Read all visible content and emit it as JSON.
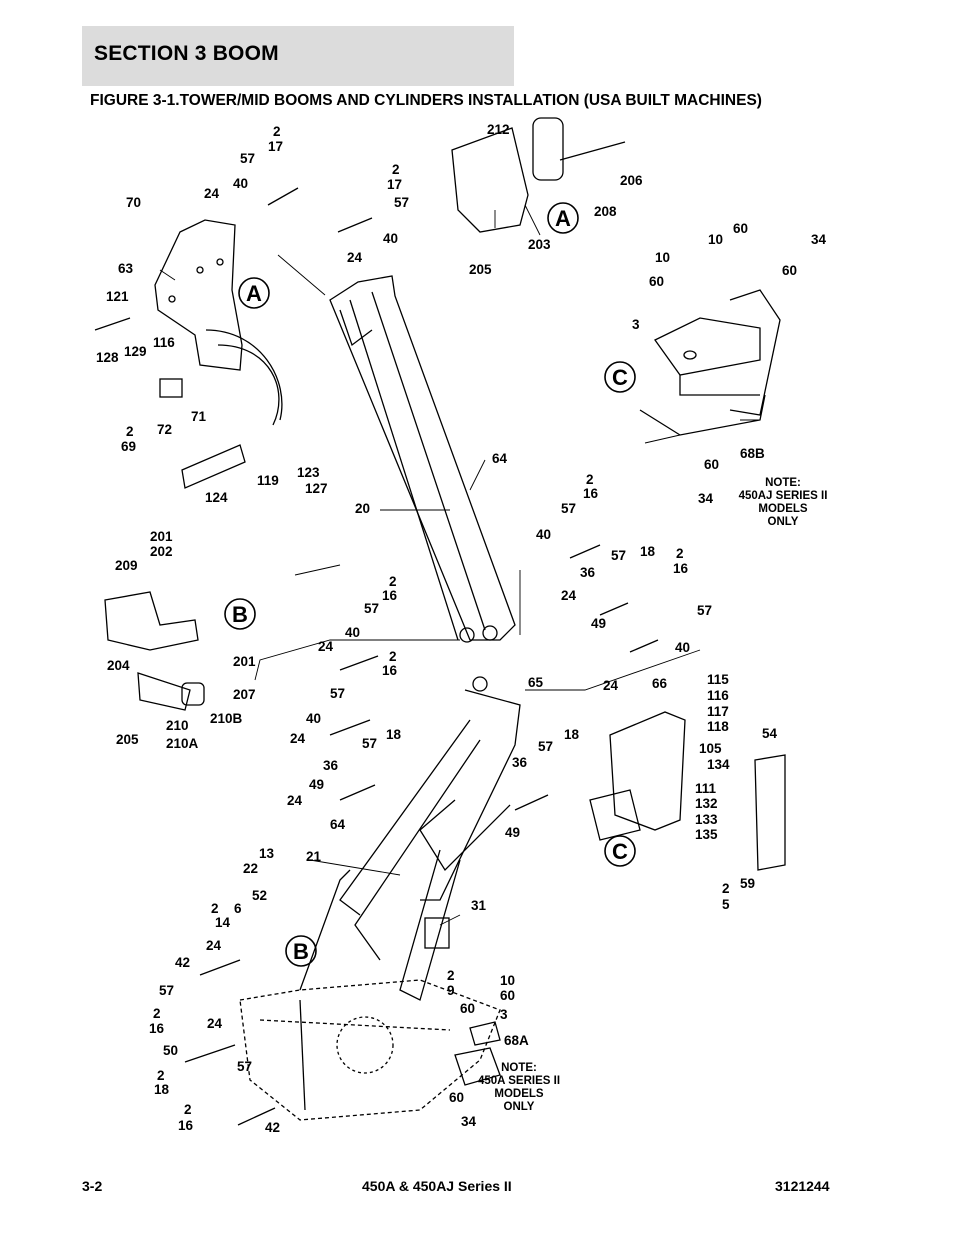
{
  "section": {
    "title": "SECTION 3   BOOM"
  },
  "figure": {
    "title": "FIGURE 3-1.TOWER/MID BOOMS AND CYLINDERS INSTALLATION (USA BUILT MACHINES)"
  },
  "callouts": [
    "2",
    "17",
    "57",
    "40",
    "24",
    "70",
    "63",
    "121",
    "128",
    "129",
    "116",
    "71",
    "72",
    "2",
    "69",
    "124",
    "119",
    "123",
    "127",
    "2",
    "17",
    "57",
    "40",
    "24",
    "212",
    "206",
    "208",
    "203",
    "205",
    "20",
    "64",
    "10",
    "10",
    "60",
    "34",
    "60",
    "60",
    "3",
    "60",
    "34",
    "68B",
    "201",
    "202",
    "209",
    "204",
    "201",
    "207",
    "210B",
    "210",
    "210A",
    "205",
    "2",
    "16",
    "57",
    "40",
    "24",
    "2",
    "16",
    "57",
    "40",
    "24",
    "57",
    "18",
    "36",
    "49",
    "24",
    "64",
    "2",
    "16",
    "57",
    "40",
    "24",
    "57",
    "18",
    "36",
    "2",
    "16",
    "57",
    "49",
    "40",
    "24",
    "65",
    "57",
    "18",
    "36",
    "49",
    "66",
    "115",
    "116",
    "117",
    "118",
    "105",
    "134",
    "111",
    "132",
    "133",
    "135",
    "54",
    "2",
    "5",
    "59",
    "13",
    "22",
    "52",
    "2",
    "14",
    "6",
    "24",
    "42",
    "21",
    "31",
    "57",
    "2",
    "16",
    "24",
    "50",
    "57",
    "2",
    "18",
    "2",
    "16",
    "42",
    "2",
    "9",
    "10",
    "60",
    "3",
    "60",
    "68A",
    "60",
    "34"
  ],
  "view_labels": [
    "A",
    "A",
    "B",
    "B",
    "C",
    "C"
  ],
  "notes": [
    {
      "lines": [
        "NOTE:",
        "450AJ SERIES II",
        "MODELS",
        "ONLY"
      ]
    },
    {
      "lines": [
        "NOTE:",
        "450A SERIES II",
        "MODELS",
        "ONLY"
      ]
    }
  ],
  "footer": {
    "page": "3-2",
    "model": "450A & 450AJ Series II",
    "doc_number": "3121244"
  }
}
